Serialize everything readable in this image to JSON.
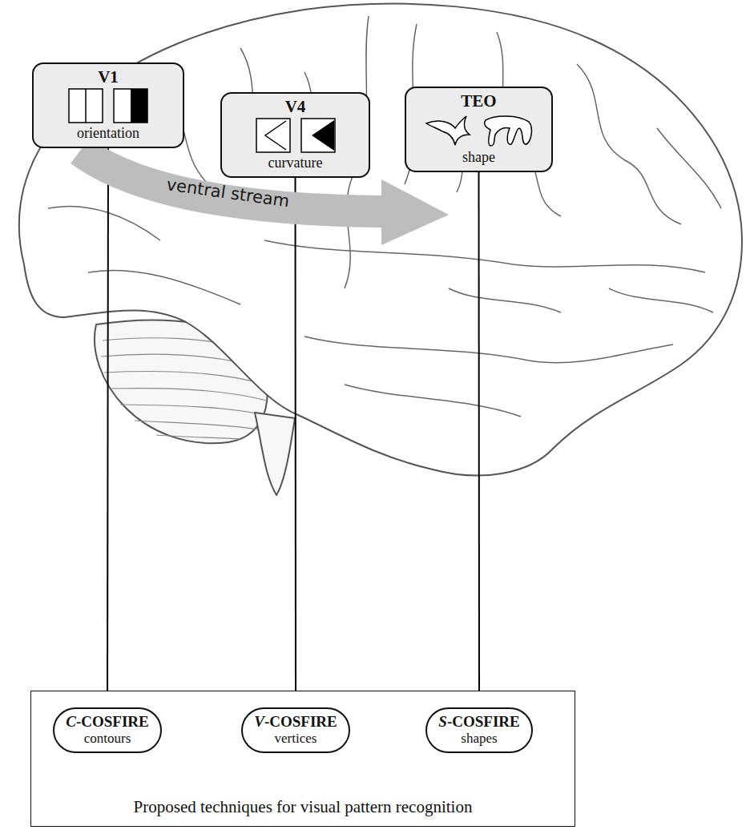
{
  "diagram": {
    "nodes": [
      {
        "text": [
          "V1",
          "orientation"
        ]
      },
      {
        "text": [
          "V4",
          "curvature"
        ]
      },
      {
        "text": [
          "TEO",
          "shape"
        ]
      },
      {
        "text": [
          "Proposed techniques for visual pattern recognition"
        ]
      },
      {
        "text": [
          "C-COSFIRE",
          "contours"
        ],
        "in": 3
      },
      {
        "text": [
          "V-COSFIRE",
          "vertices"
        ],
        "in": 3
      },
      {
        "text": [
          "S-COSFIRE",
          "shapes"
        ],
        "in": 3
      }
    ],
    "edges": [
      {
        "from": 0,
        "to": 4,
        "arrow": "to"
      },
      {
        "from": 1,
        "to": 5,
        "arrow": "to"
      },
      {
        "from": 2,
        "to": 6,
        "arrow": "to"
      }
    ],
    "labels": [
      "ventral stream"
    ]
  }
}
